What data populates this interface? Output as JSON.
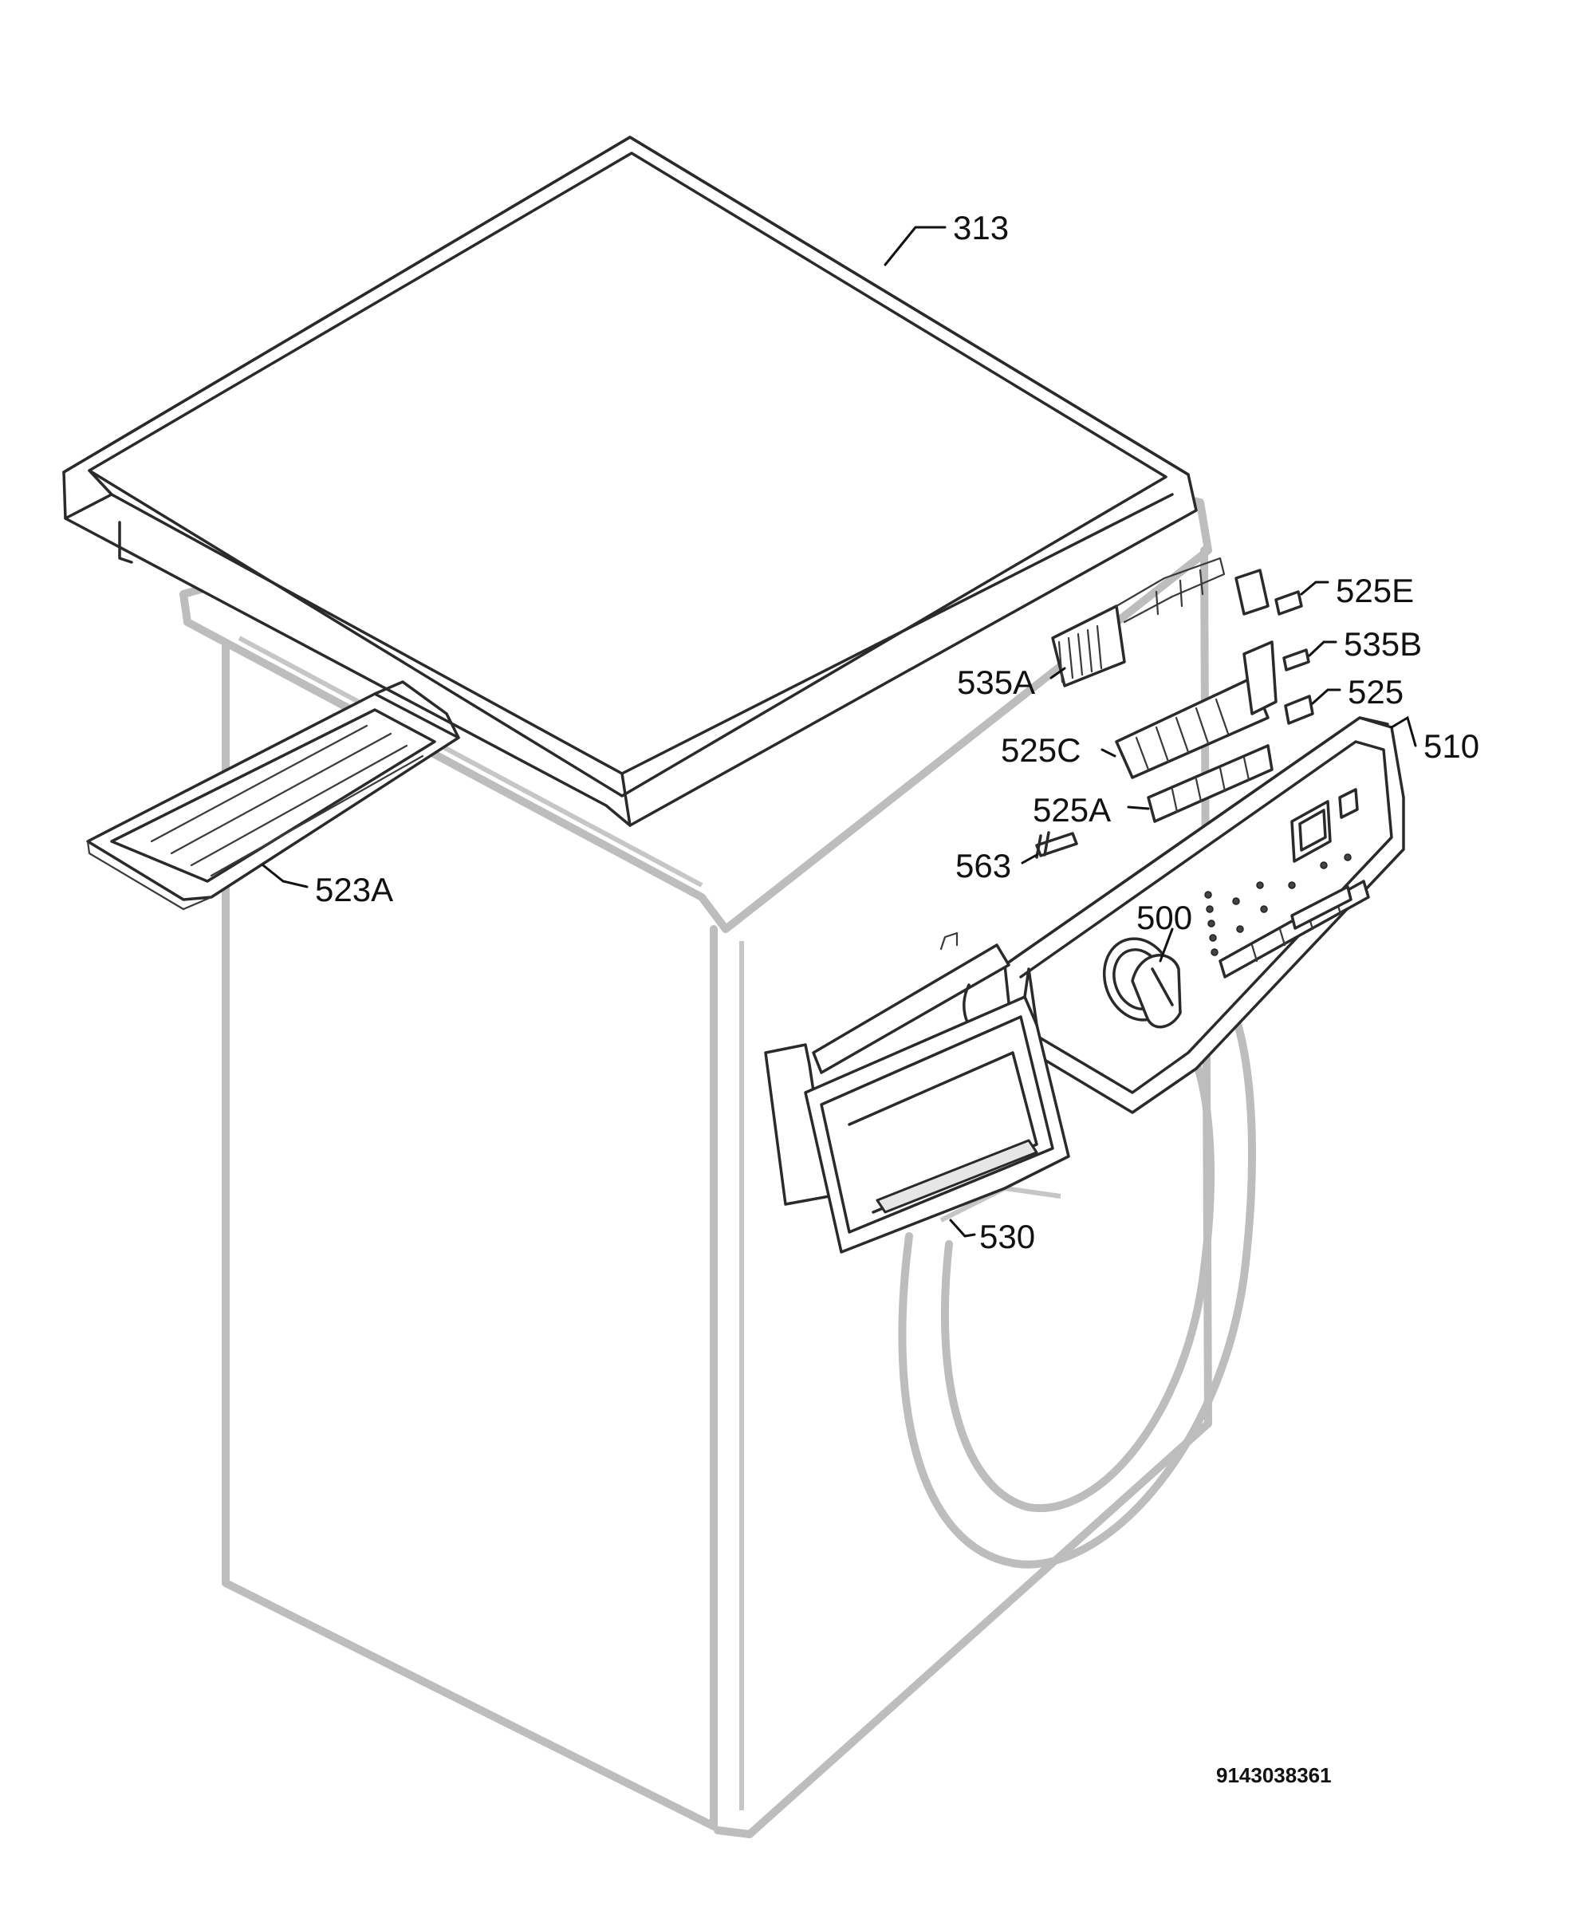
{
  "labels": {
    "p313": "313",
    "p525E": "525E",
    "p535B": "535B",
    "p525": "525",
    "p535A": "535A",
    "p525C": "525C",
    "p510": "510",
    "p525A": "525A",
    "p563": "563",
    "p523A": "523A",
    "p500": "500",
    "p530": "530"
  },
  "document_number": "9143038361",
  "colors": {
    "ghost_outline": "#bdbdbd",
    "ink": "#2a2a2a",
    "background": "#ffffff"
  }
}
